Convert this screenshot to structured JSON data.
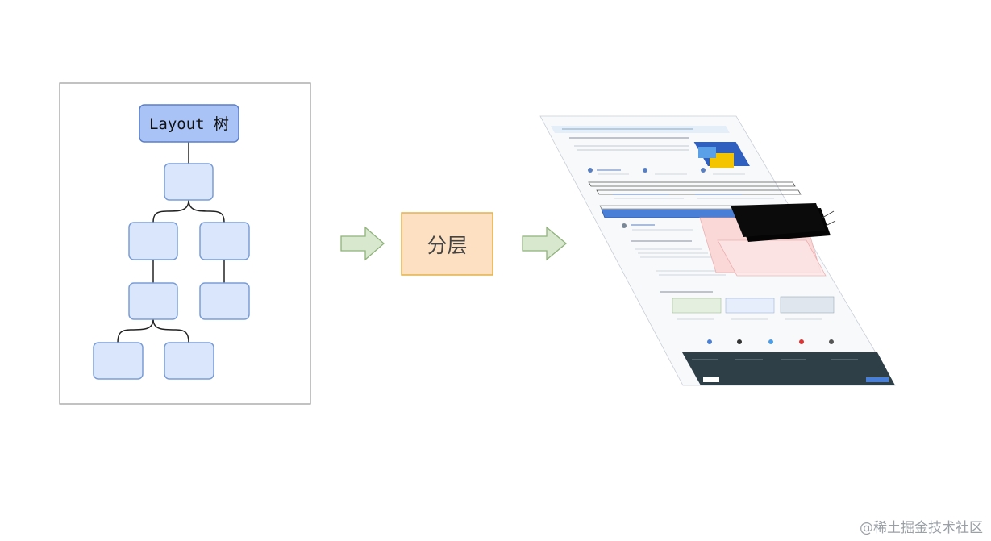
{
  "tree": {
    "root_label": "Layout 树"
  },
  "process": {
    "label": "分层"
  },
  "watermark": {
    "text": "@稀土掘金技术社区"
  },
  "colors": {
    "root_fill": "#a9c3f7",
    "root_stroke": "#5b7fc7",
    "node_fill": "#dae6fb",
    "node_stroke": "#7a9dd6",
    "process_fill": "#fde0c2",
    "process_stroke": "#e3b24a",
    "arrow_fill": "#d7e8cf",
    "arrow_stroke": "#8fb27a",
    "pink_layer": "#fbd3d3",
    "footer_dark": "#2f3f47",
    "accent_blue": "#4a7fd8"
  }
}
